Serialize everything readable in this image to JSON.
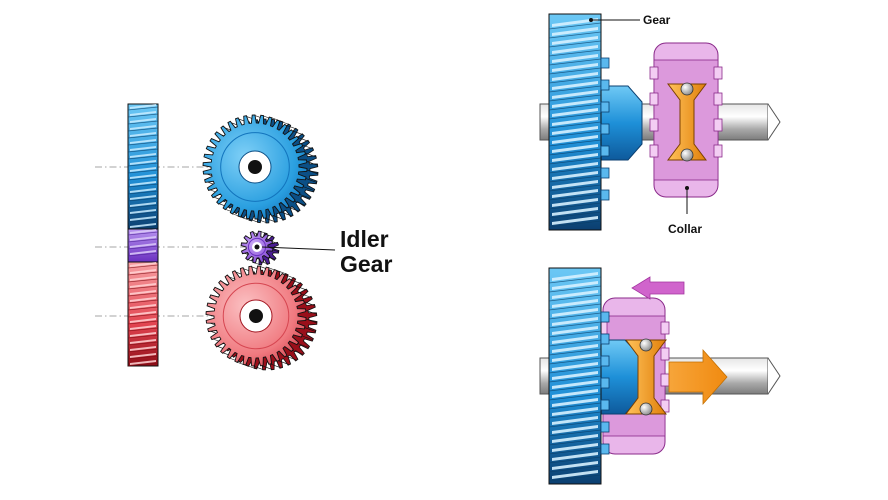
{
  "labels": {
    "idler_line1": "Idler",
    "idler_line2": "Gear",
    "gear": "Gear",
    "collar": "Collar"
  },
  "colors": {
    "blue_gear": "#2a9fe0",
    "blue_dark": "#0b4f86",
    "red_gear": "#f07a80",
    "red_dark": "#b3121f",
    "purple_gear": "#8a4fd6",
    "collar_pink": "#e6a8e6",
    "collar_dark": "#8a2a8a",
    "bearing_orange": "#f39a1e",
    "arrow_pink": "#d064cc",
    "arrow_orange": "#f39a1e",
    "shaft_gray": "#b8b8b8"
  },
  "icons": {
    "shift_left": "arrow-left-icon",
    "push_right": "arrow-right-icon"
  }
}
